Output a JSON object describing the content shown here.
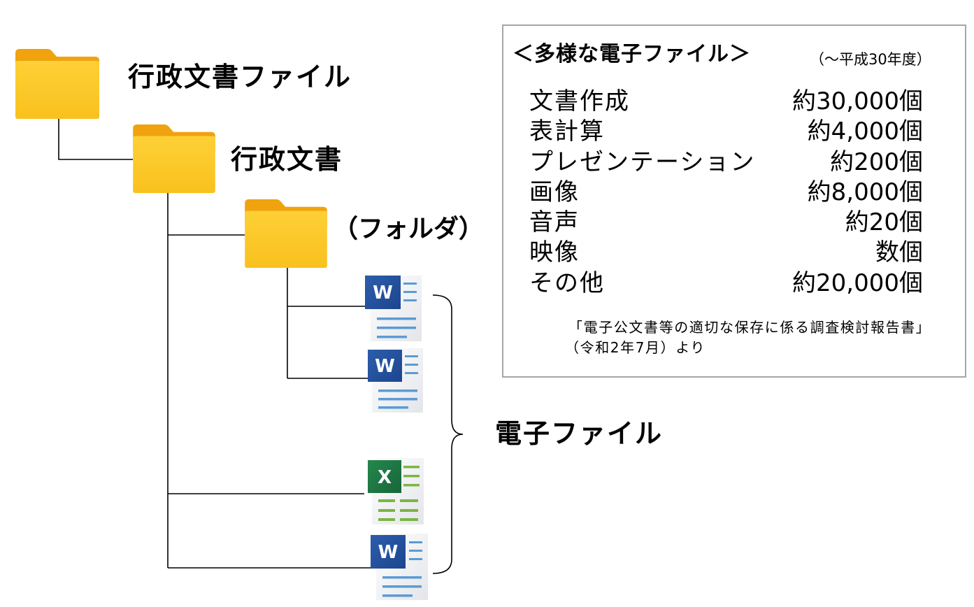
{
  "tree": {
    "file_folder": {
      "label": "行政文書ファイル",
      "icon": "folder-icon"
    },
    "document": {
      "label": "行政文書",
      "icon": "folder-icon"
    },
    "subfolder": {
      "label": "（フォルダ）",
      "icon": "folder-icon"
    },
    "electronic_files": {
      "label": "電子ファイル",
      "files": [
        {
          "icon": "word-document-icon",
          "letter": "W"
        },
        {
          "icon": "word-document-icon",
          "letter": "W"
        },
        {
          "icon": "excel-spreadsheet-icon",
          "letter": "X"
        },
        {
          "icon": "word-document-icon",
          "letter": "W"
        }
      ]
    }
  },
  "info_box": {
    "title": "＜多様な電子ファイル＞",
    "period": "（～平成30年度）",
    "items": [
      {
        "label": "文書作成",
        "count": "約30,000個"
      },
      {
        "label": "表計算",
        "count": "約4,000個"
      },
      {
        "label": "プレゼンテーション",
        "count": "約200個"
      },
      {
        "label": "画像",
        "count": "約8,000個"
      },
      {
        "label": "音声",
        "count": "約20個"
      },
      {
        "label": "映像",
        "count": "数個"
      },
      {
        "label": "その他",
        "count": "約20,000個"
      }
    ],
    "source_line1": "「電子公文書等の適切な保存に係る調査検討報告書」",
    "source_line2": "（令和2年7月）より"
  },
  "colors": {
    "folder_front": "#FDD036",
    "folder_front_shade": "#F9C11E",
    "folder_back": "#F0A30E",
    "word_blue": "#2C5EAB",
    "word_blue_dark": "#1D458F",
    "word_lines": "#5B9BD5",
    "excel_green": "#25874D",
    "excel_green_dark": "#17663A",
    "excel_lines": "#7CB544",
    "page_light": "#FFFFFF",
    "page_shade": "#E3E5E9",
    "box_border": "#A6A6A6",
    "line": "#000000",
    "text": "#000000"
  }
}
